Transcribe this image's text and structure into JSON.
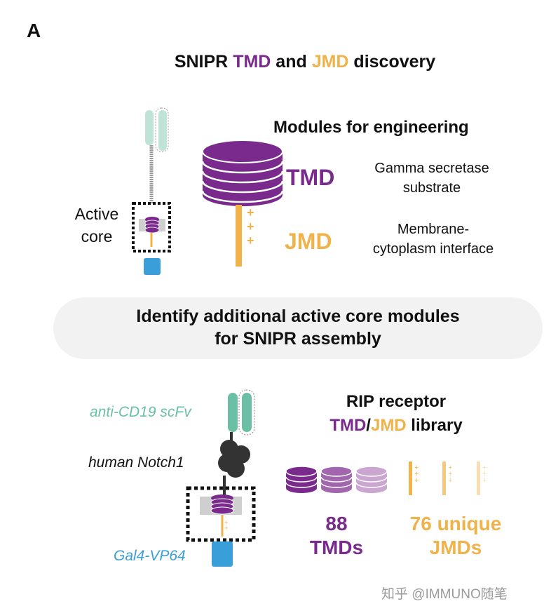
{
  "panel_label": "A",
  "title": {
    "part1": "SNIPR ",
    "tmd": "TMD",
    "and": " and ",
    "jmd": "JMD",
    "part2": " discovery"
  },
  "modules": {
    "heading": "Modules for engineering",
    "tmd_label": "TMD",
    "tmd_desc_line1": "Gamma secretase",
    "tmd_desc_line2": "substrate",
    "jmd_label": "JMD",
    "jmd_desc_line1": "Membrane-",
    "jmd_desc_line2": "cytoplasm interface",
    "active_core_line1": "Active",
    "active_core_line2": "core"
  },
  "banner": {
    "line1": "Identify additional active core modules",
    "line2": "for SNIPR assembly"
  },
  "receptor": {
    "scfv": "anti-CD19 scFv",
    "notch": "human Notch1",
    "gal4": "Gal4-VP64"
  },
  "library": {
    "heading": "RIP receptor",
    "tmd": "TMD",
    "slash": "/",
    "jmd": "JMD",
    "rest": " library",
    "tmd_count": "88",
    "tmd_count_label": "TMDs",
    "jmd_count": "76 unique",
    "jmd_count_label": "JMDs"
  },
  "watermark": "知乎 @IMMUNO随笔",
  "colors": {
    "purple": "#7a2a8c",
    "orange": "#f0b24a",
    "teal": "#6bbfa5",
    "light_teal": "#bfe3d6",
    "blue": "#3a9fd8",
    "notch": "#333333",
    "banner": "#f2f2f2"
  }
}
